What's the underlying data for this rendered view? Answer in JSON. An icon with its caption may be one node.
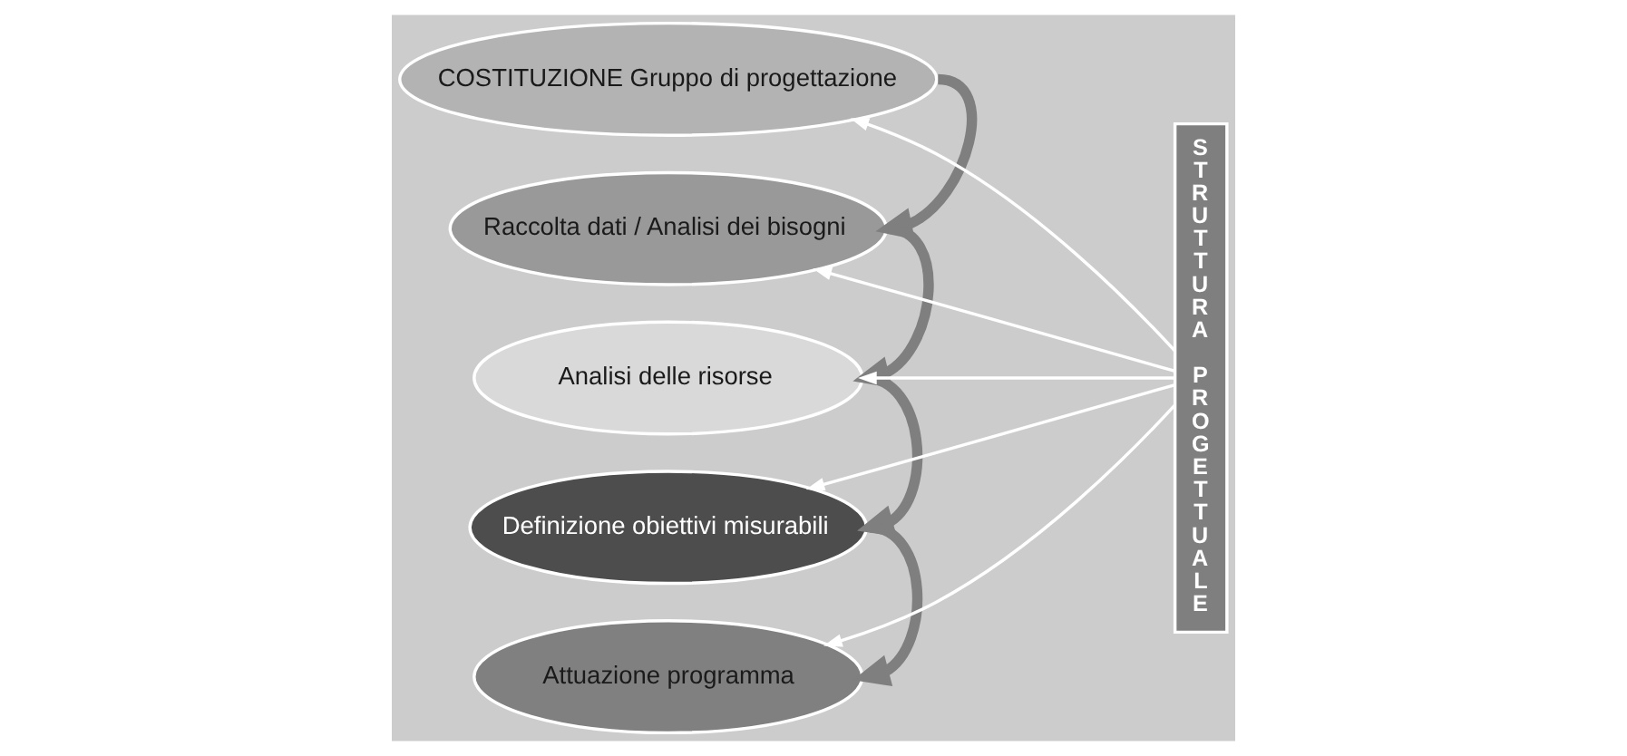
{
  "diagram": {
    "nodes": [
      {
        "text": [
          "COSTITUZIONE Gruppo di progettazione"
        ]
      },
      {
        "text": [
          "Raccolta dati / Analisi dei bisogni"
        ]
      },
      {
        "text": [
          "Analisi delle risorse"
        ]
      },
      {
        "text": [
          "Definizione obiettivi misurabili"
        ]
      },
      {
        "text": [
          "Attuazione programma"
        ]
      },
      {
        "text": [
          "STRUTTURA PROGETTUALE"
        ]
      }
    ],
    "edges": [
      {
        "from": 0,
        "to": 1,
        "arrow": "to",
        "style": "thick",
        "color": "#7f7f7f"
      },
      {
        "from": 1,
        "to": 2,
        "arrow": "to",
        "style": "thick",
        "color": "#7f7f7f"
      },
      {
        "from": 2,
        "to": 3,
        "arrow": "to",
        "style": "thick",
        "color": "#7f7f7f"
      },
      {
        "from": 3,
        "to": 4,
        "arrow": "to",
        "style": "thick",
        "color": "#7f7f7f"
      },
      {
        "from": 5,
        "to": 0,
        "arrow": "to"
      },
      {
        "from": 5,
        "to": 1,
        "arrow": "to"
      },
      {
        "from": 5,
        "to": 2,
        "arrow": "to"
      },
      {
        "from": 5,
        "to": 3,
        "arrow": "to"
      },
      {
        "from": 5,
        "to": 4,
        "arrow": "to"
      }
    ]
  }
}
